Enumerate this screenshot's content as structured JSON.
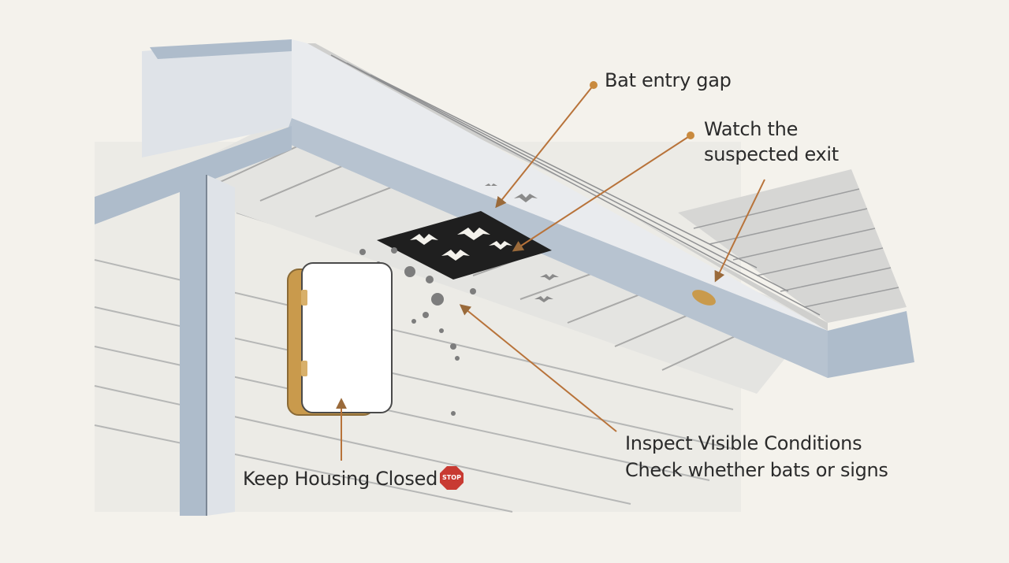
{
  "annotations": {
    "entry_gap": "Bat entry gap",
    "watch_exit_line1": "Watch the",
    "watch_exit_line2": "suspected exit",
    "inspect_title": "Inspect Visible Conditions",
    "inspect_detail": "Check whether bats or signs",
    "keep_closed": "Keep Housing Closed",
    "stop_sign_text": "STOP"
  },
  "icons": [
    "stop-sign-icon",
    "bat-icon"
  ],
  "colors": {
    "background": "#f4f2ec",
    "trim_blue": "#aebccb",
    "leader_line": "#b8733a",
    "housing_tan": "#c99a4c",
    "stop_red": "#c83a32",
    "gap_dark": "#1f1f1f"
  }
}
